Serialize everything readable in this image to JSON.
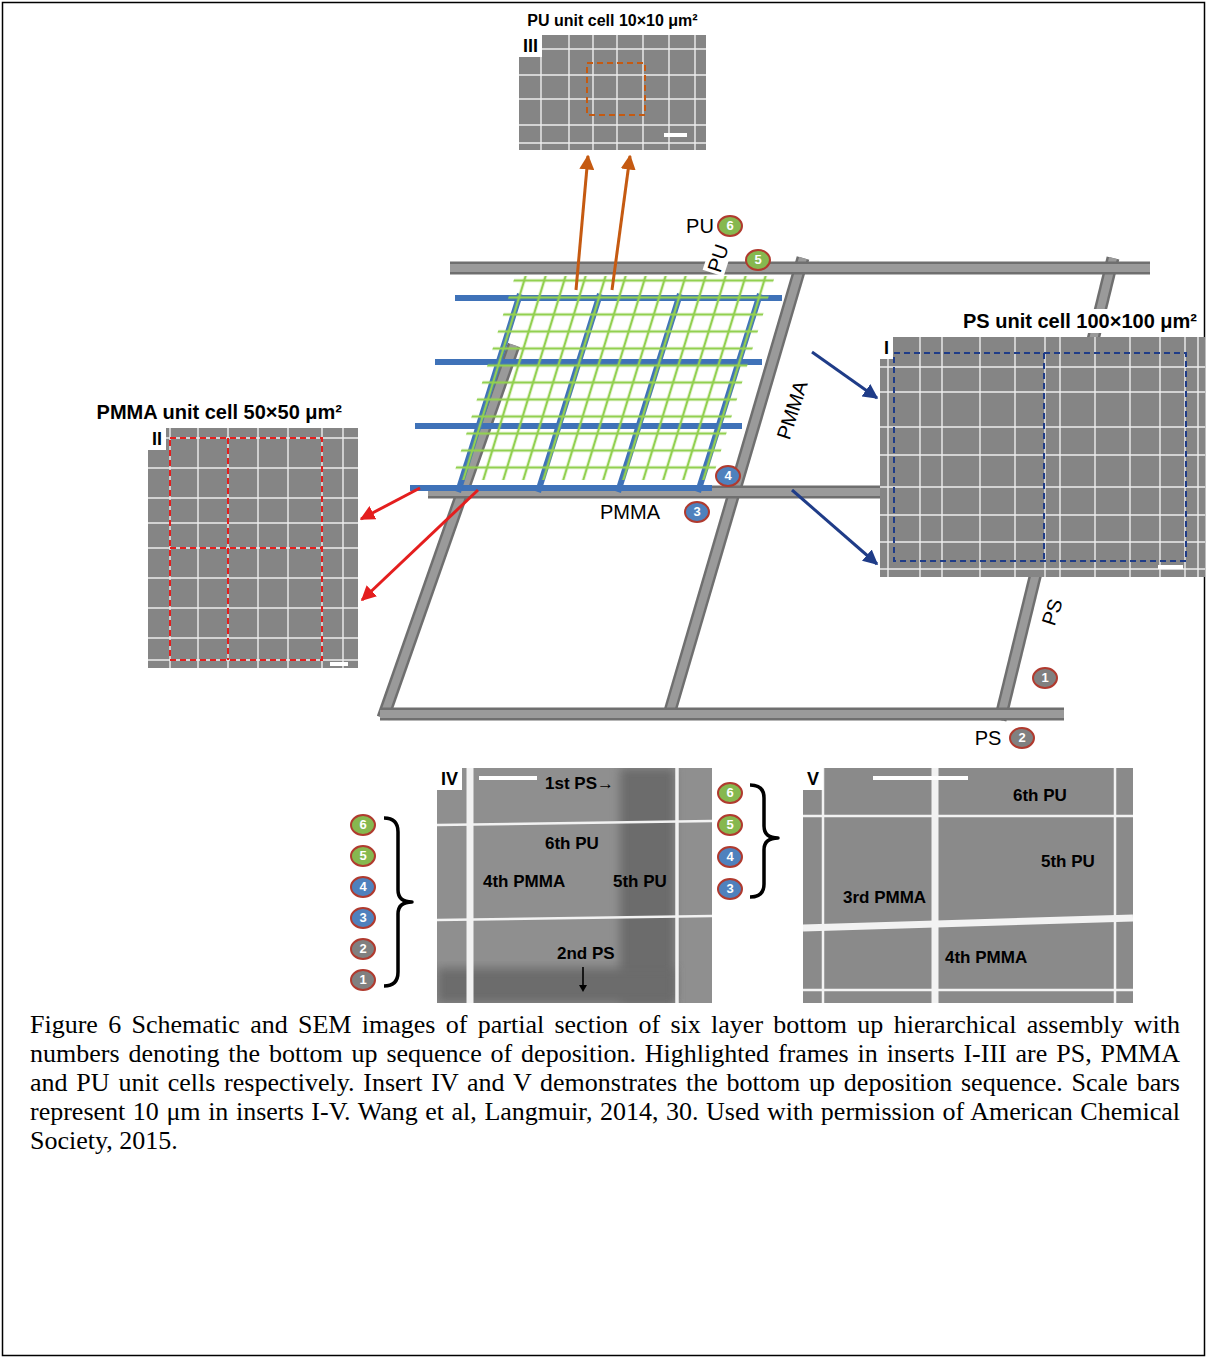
{
  "diagram": {
    "caption": "Figure 6 Schematic and SEM images of partial section of six layer bottom up hierarchical assembly with numbers denoting the bottom up sequence of deposition. Highlighted frames in inserts I-III are PS, PMMA and PU unit cells respectively. Insert IV and V demonstrates the bottom up deposition sequence. Scale bars represent 10 μm in inserts I-V. Wang et al, Langmuir, 2014, 30. Used with permission of American Chemical Society, 2015.",
    "nodes": [
      {
        "text": [
          "PU unit cell 10×10 μm²",
          "III"
        ]
      },
      {
        "text": [
          "6"
        ]
      },
      {
        "text": [
          "5"
        ]
      },
      {
        "text": [
          "PS unit cell 100×100 μm²",
          "I"
        ]
      },
      {
        "text": [
          "PMMA unit cell 50×50 μm²",
          "II"
        ]
      },
      {
        "text": [
          "4"
        ]
      },
      {
        "text": [
          "3"
        ]
      },
      {
        "text": [
          "1"
        ]
      },
      {
        "text": [
          "2"
        ]
      },
      {
        "text": [
          "6"
        ]
      },
      {
        "text": [
          "5"
        ]
      },
      {
        "text": [
          "4"
        ]
      },
      {
        "text": [
          "3"
        ]
      },
      {
        "text": [
          "2"
        ]
      },
      {
        "text": [
          "1"
        ]
      },
      {
        "text": [
          "IV",
          "1st PS→",
          "6th PU",
          "4th PMMA",
          "5th PU",
          "2nd PS"
        ]
      },
      {
        "text": [
          "6"
        ]
      },
      {
        "text": [
          "5"
        ]
      },
      {
        "text": [
          "4"
        ]
      },
      {
        "text": [
          "3"
        ]
      },
      {
        "text": [
          "V",
          "6th PU",
          "5th PU",
          "3rd PMMA",
          "4th PMMA"
        ]
      }
    ],
    "labels": [
      "PU",
      "PU",
      "PMMA",
      "PMMA",
      "PS",
      "PS"
    ]
  }
}
